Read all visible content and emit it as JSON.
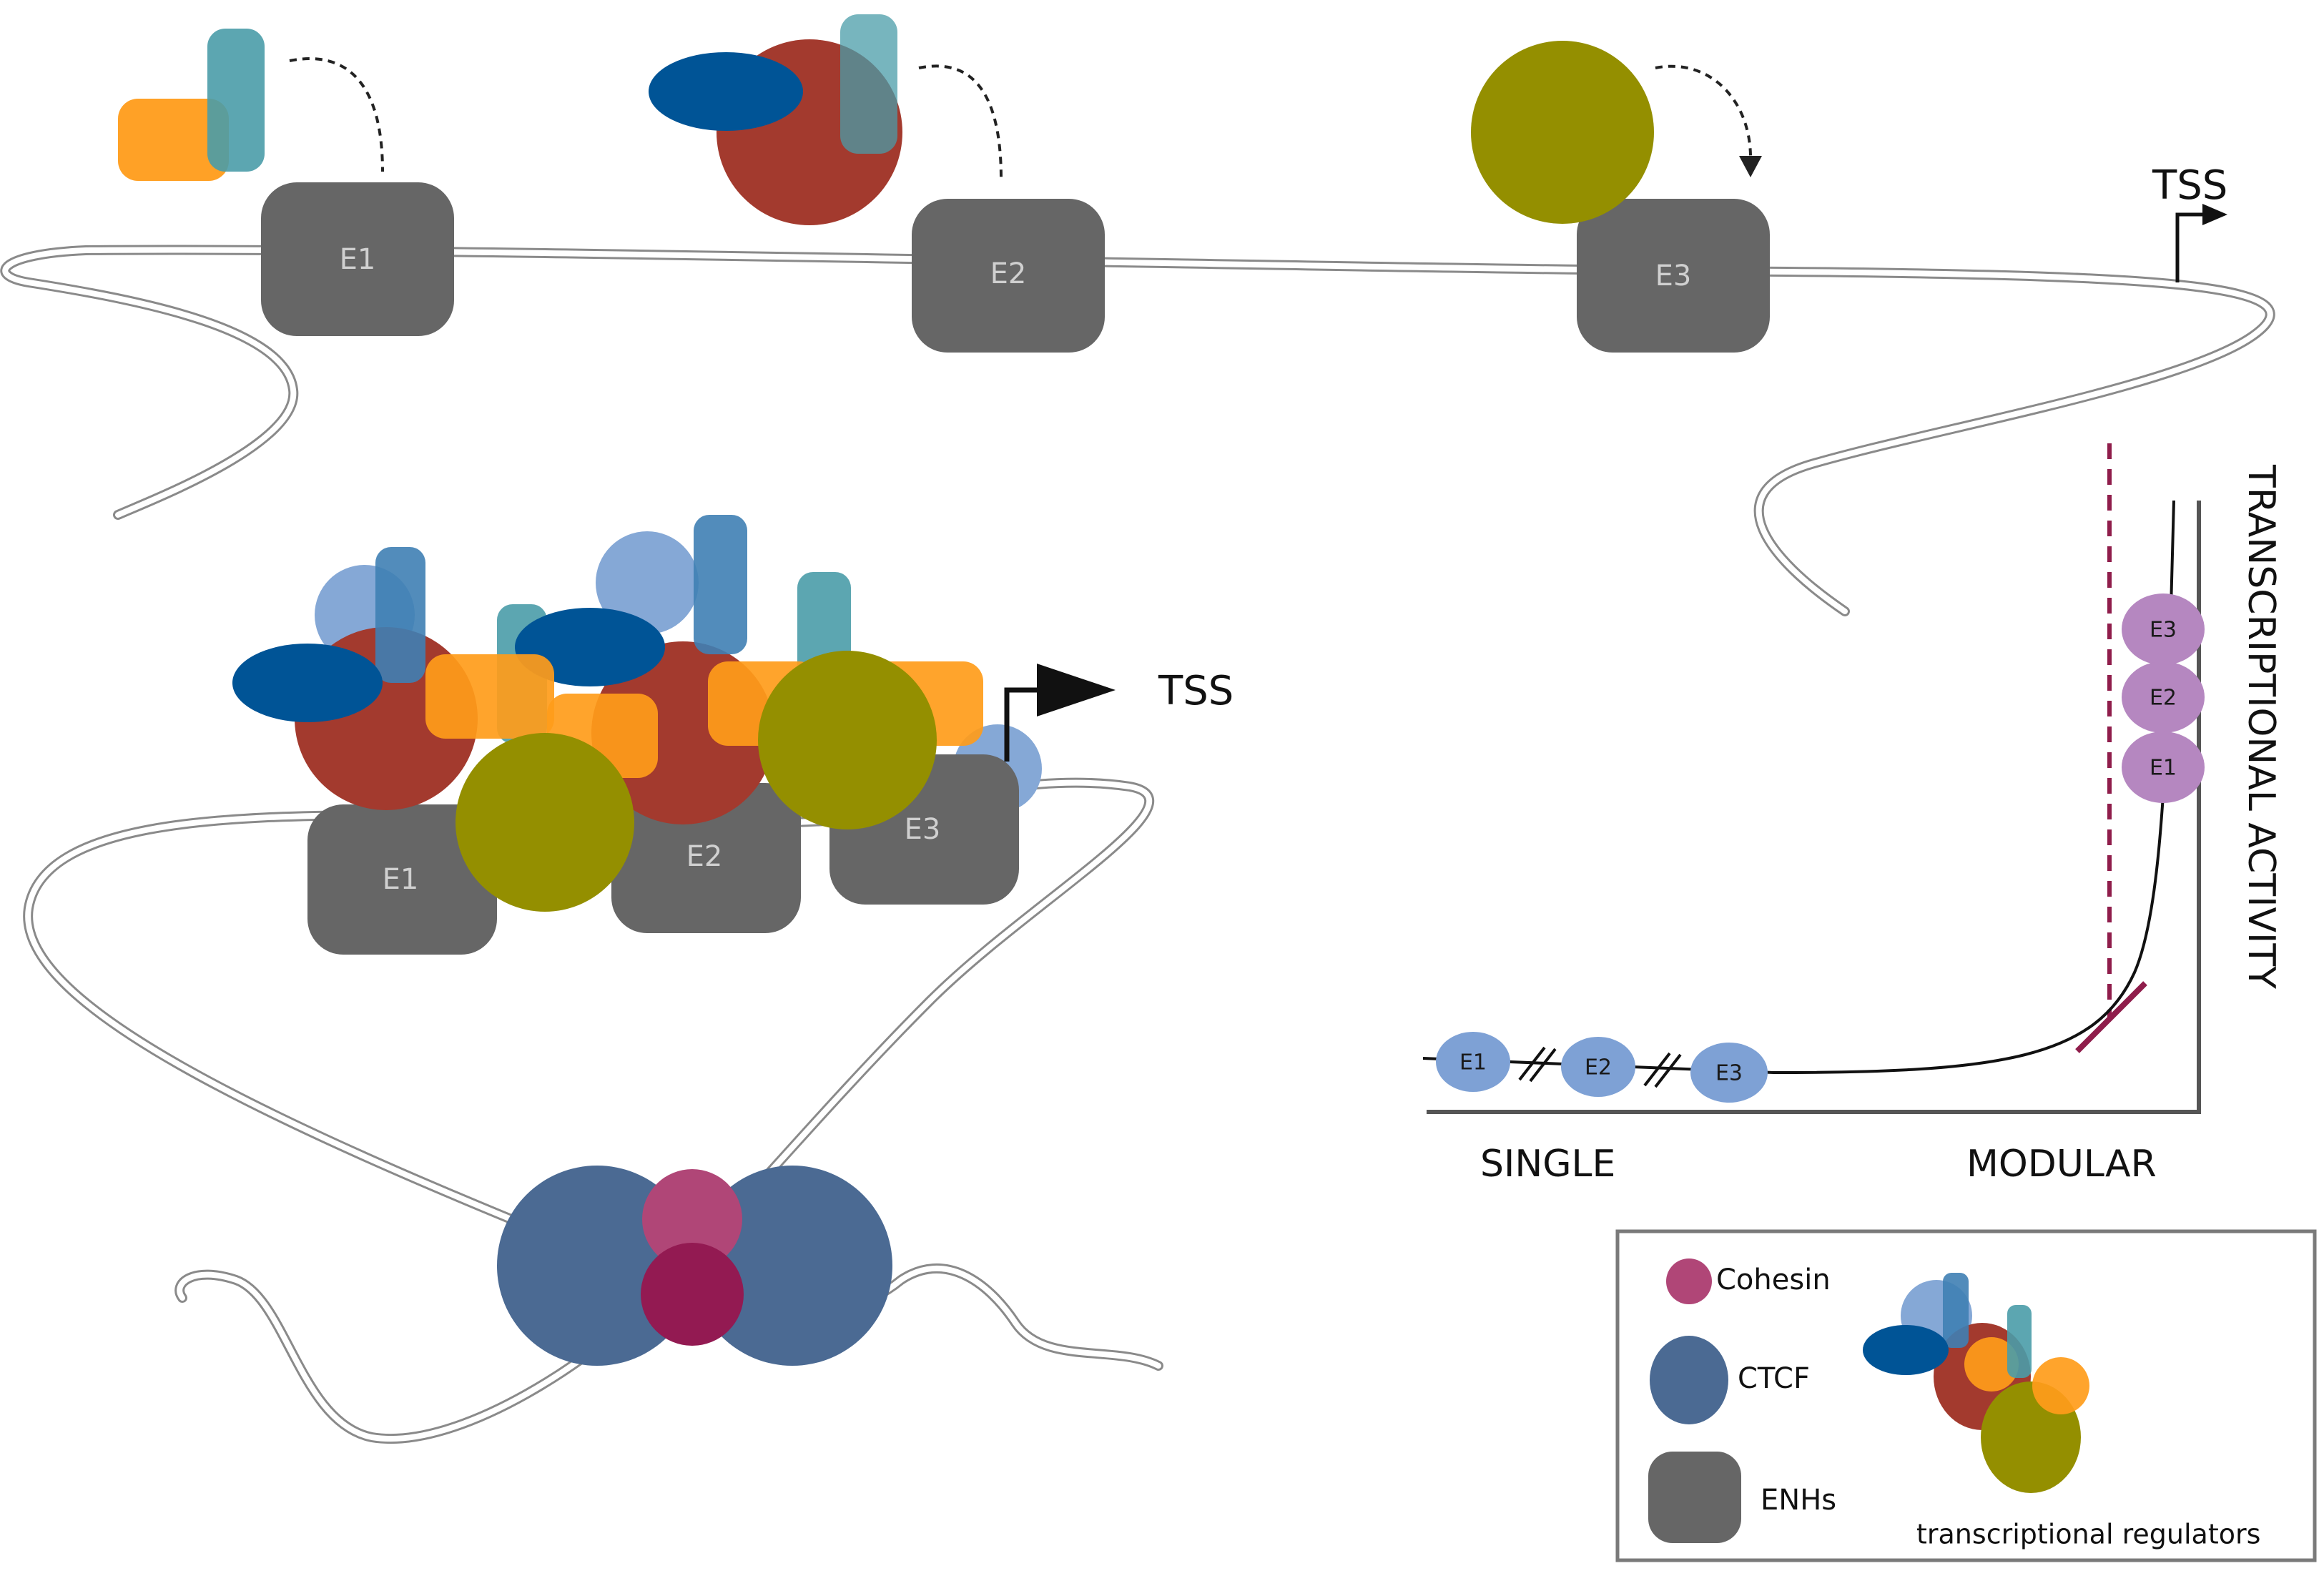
{
  "top": {
    "enhancers": [
      "E1",
      "E2",
      "E3"
    ],
    "tss": "TSS"
  },
  "loop": {
    "enhancers": [
      "E1",
      "E2",
      "E3"
    ],
    "tss": "TSS"
  },
  "chart": {
    "ylabel": "TRANSCRIPTIONAL ACTIVITY",
    "xlabel_left": "SINGLE",
    "xlabel_right": "MODULAR",
    "single_enhancers": [
      "E1",
      "E2",
      "E3"
    ],
    "modular_enhancers": [
      "E3",
      "E2",
      "E1"
    ]
  },
  "legend": {
    "cohesin": "Cohesin",
    "ctcf": "CTCF",
    "enhancers": "ENHs",
    "regulators": "transcriptional regulators"
  },
  "colors": {
    "enhancer": "#666666",
    "red": "#a33a2e",
    "olive": "#948f00",
    "orange": "#ff9c1a",
    "teal": "#4a9ca8",
    "navy": "#005496",
    "lightblue": "#85a8d6",
    "ctcf": "#4b6a93",
    "cohesin_dark": "#931a52",
    "cohesin_light": "#b04677",
    "chart_enhancer": "#7ea1d5",
    "modular_enhancer": "#b587c0",
    "threshold": "#8f1d4b"
  }
}
